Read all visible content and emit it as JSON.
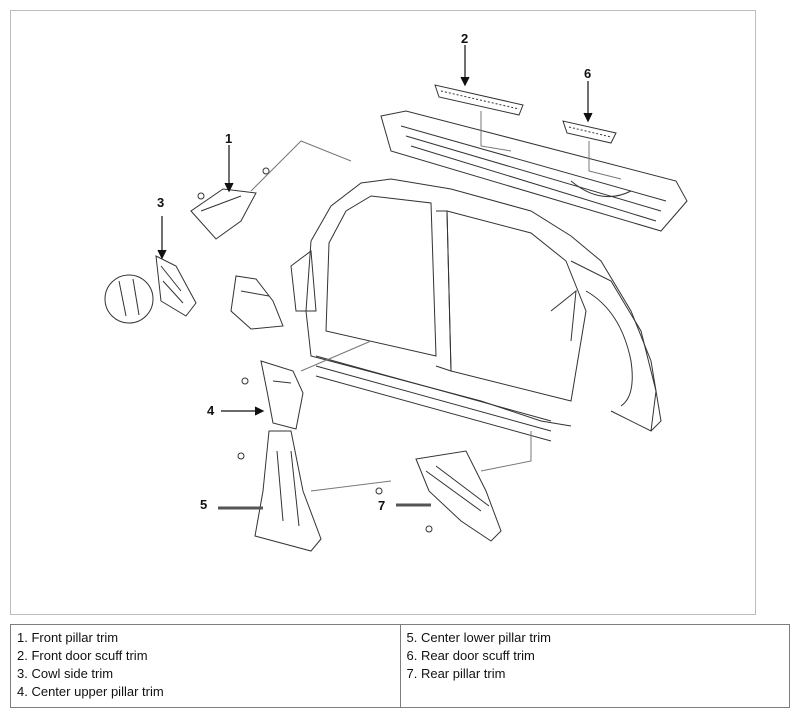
{
  "callouts": [
    {
      "id": "1",
      "label": "1"
    },
    {
      "id": "2",
      "label": "2"
    },
    {
      "id": "3",
      "label": "3"
    },
    {
      "id": "4",
      "label": "4"
    },
    {
      "id": "5",
      "label": "5"
    },
    {
      "id": "6",
      "label": "6"
    },
    {
      "id": "7",
      "label": "7"
    }
  ],
  "legend": {
    "left": [
      "1. Front pillar trim",
      "2. Front door scuff trim",
      "3. Cowl side trim",
      "4. Center upper pillar trim"
    ],
    "right": [
      "5. Center lower pillar trim",
      "6. Rear door scuff trim",
      "7. Rear pillar trim"
    ]
  }
}
